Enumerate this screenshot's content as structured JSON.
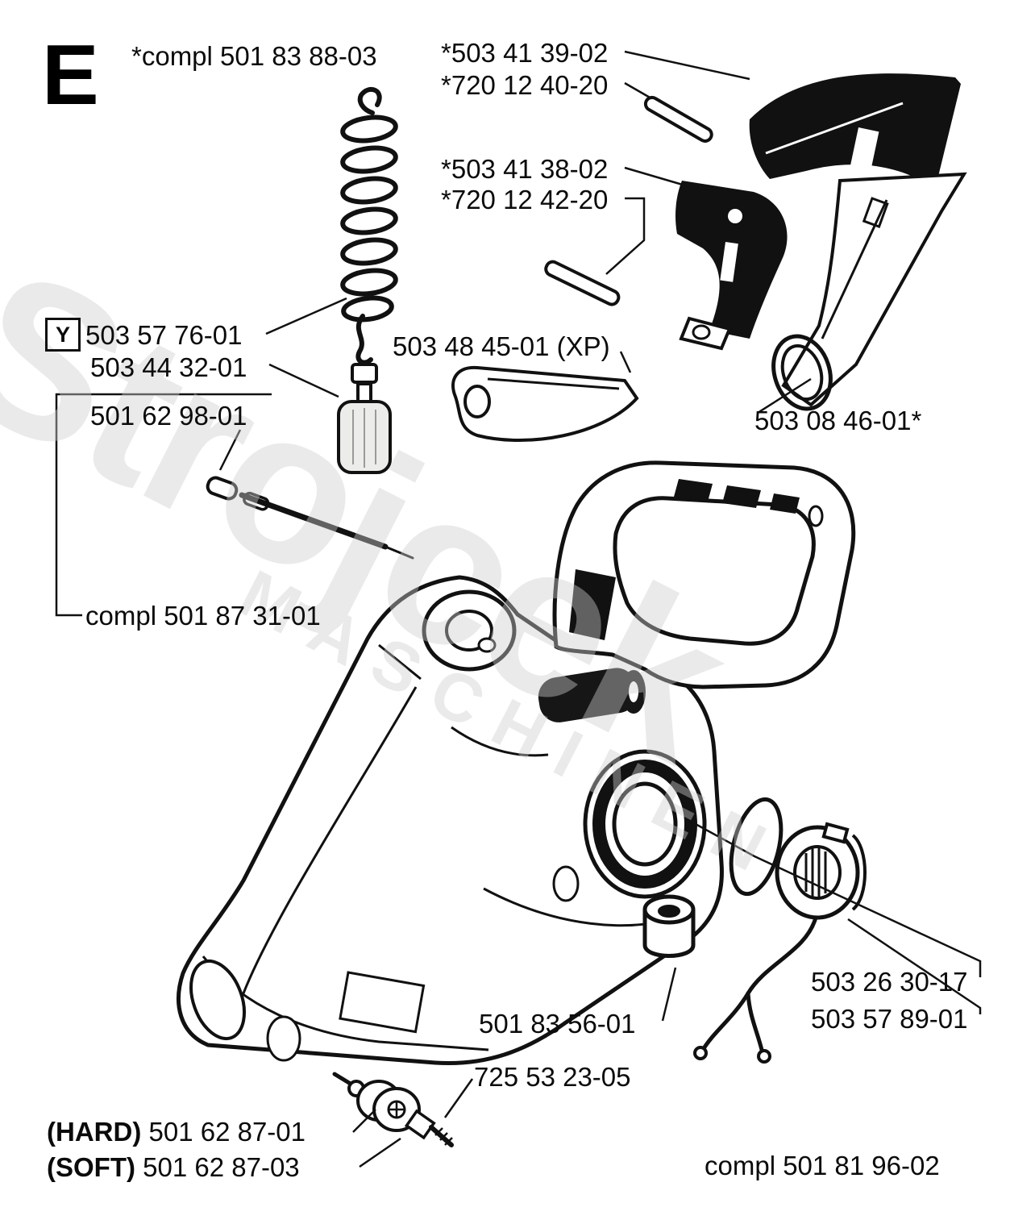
{
  "diagram": {
    "section_letter": "E",
    "y_symbol": "Y",
    "watermark_line1": "Strojcek",
    "watermark_line2": "MASCHINEN"
  },
  "colors": {
    "ink": "#111111",
    "background": "#ffffff",
    "watermark": "#cfcfcf"
  },
  "labels": {
    "assembly_top": "*compl 501 83 88-03",
    "brake_handle": "*503 41 39-02",
    "pin_upper": "*720 12 40-20",
    "brake_lever": "*503 41 38-02",
    "pin_lower": "*720 12 42-20",
    "spring": "503 57 76-01",
    "fuel_filter": "503 44 32-01",
    "plug": "501 62 98-01",
    "throttle_lever": "503 48 45-01 (XP)",
    "cover_plate": "503 08 46-01*",
    "assembly_mid": "compl 501 87 31-01",
    "o_ring": "503 26 30-17",
    "fuel_cap": "503 57 89-01",
    "bushing": "501 83 56-01",
    "screw": "725 53 23-05",
    "hard_prefix": "(HARD)",
    "hard_number": "501 62 87-01",
    "soft_prefix": "(SOFT)",
    "soft_number": "501 62 87-03",
    "assembly_bottom": "compl 501 81 96-02"
  }
}
